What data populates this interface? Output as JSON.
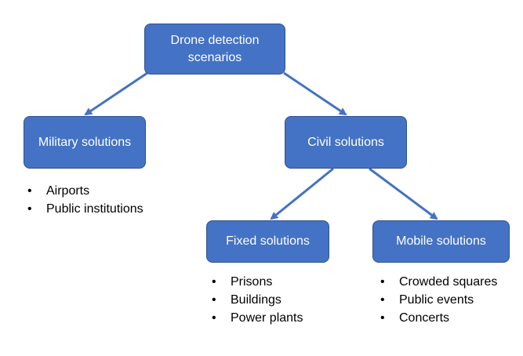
{
  "colors": {
    "node_fill": "#4472c4",
    "node_border": "#2f528f",
    "connector": "#4472c4",
    "node_text": "#ffffff"
  },
  "nodes": {
    "root": {
      "label": "Drone detection scenarios"
    },
    "military": {
      "label": "Military solutions"
    },
    "civil": {
      "label": "Civil solutions"
    },
    "fixed": {
      "label": "Fixed solutions"
    },
    "mobile": {
      "label": "Mobile solutions"
    }
  },
  "lists": {
    "military": [
      "Airports",
      "Public institutions"
    ],
    "fixed": [
      "Prisons",
      "Buildings",
      "Power plants"
    ],
    "mobile": [
      "Crowded squares",
      "Public events",
      "Concerts"
    ]
  }
}
